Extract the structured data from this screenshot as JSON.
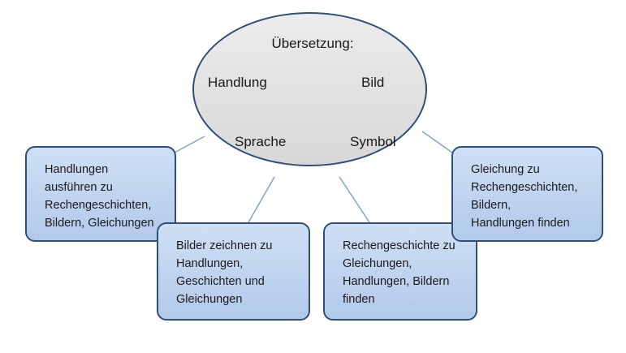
{
  "diagram": {
    "title": "Übersetzung:",
    "nodes": {
      "handlung": "Handlung",
      "bild": "Bild",
      "sprache": "Sprache",
      "symbol": "Symbol"
    },
    "boxes": {
      "box1": "Handlungen\nausführen zu\nRechengeschichten,\nBildern, Gleichungen",
      "box2": "Bilder zeichnen zu\nHandlungen,\nGeschichten und\nGleichungen",
      "box3": "Rechengeschichte zu\nGleichungen,\nHandlungen, Bildern\nfinden",
      "box4": "Gleichung zu\nRechengeschichten,\nBildern,\nHandlungen finden"
    },
    "colors": {
      "outline": "#2f4f7a",
      "arrow": "#5b86c0",
      "connector": "#7fa3cf",
      "box_fill": "#c2d6f0",
      "ellipse_fill": "#e2e2e2"
    }
  }
}
